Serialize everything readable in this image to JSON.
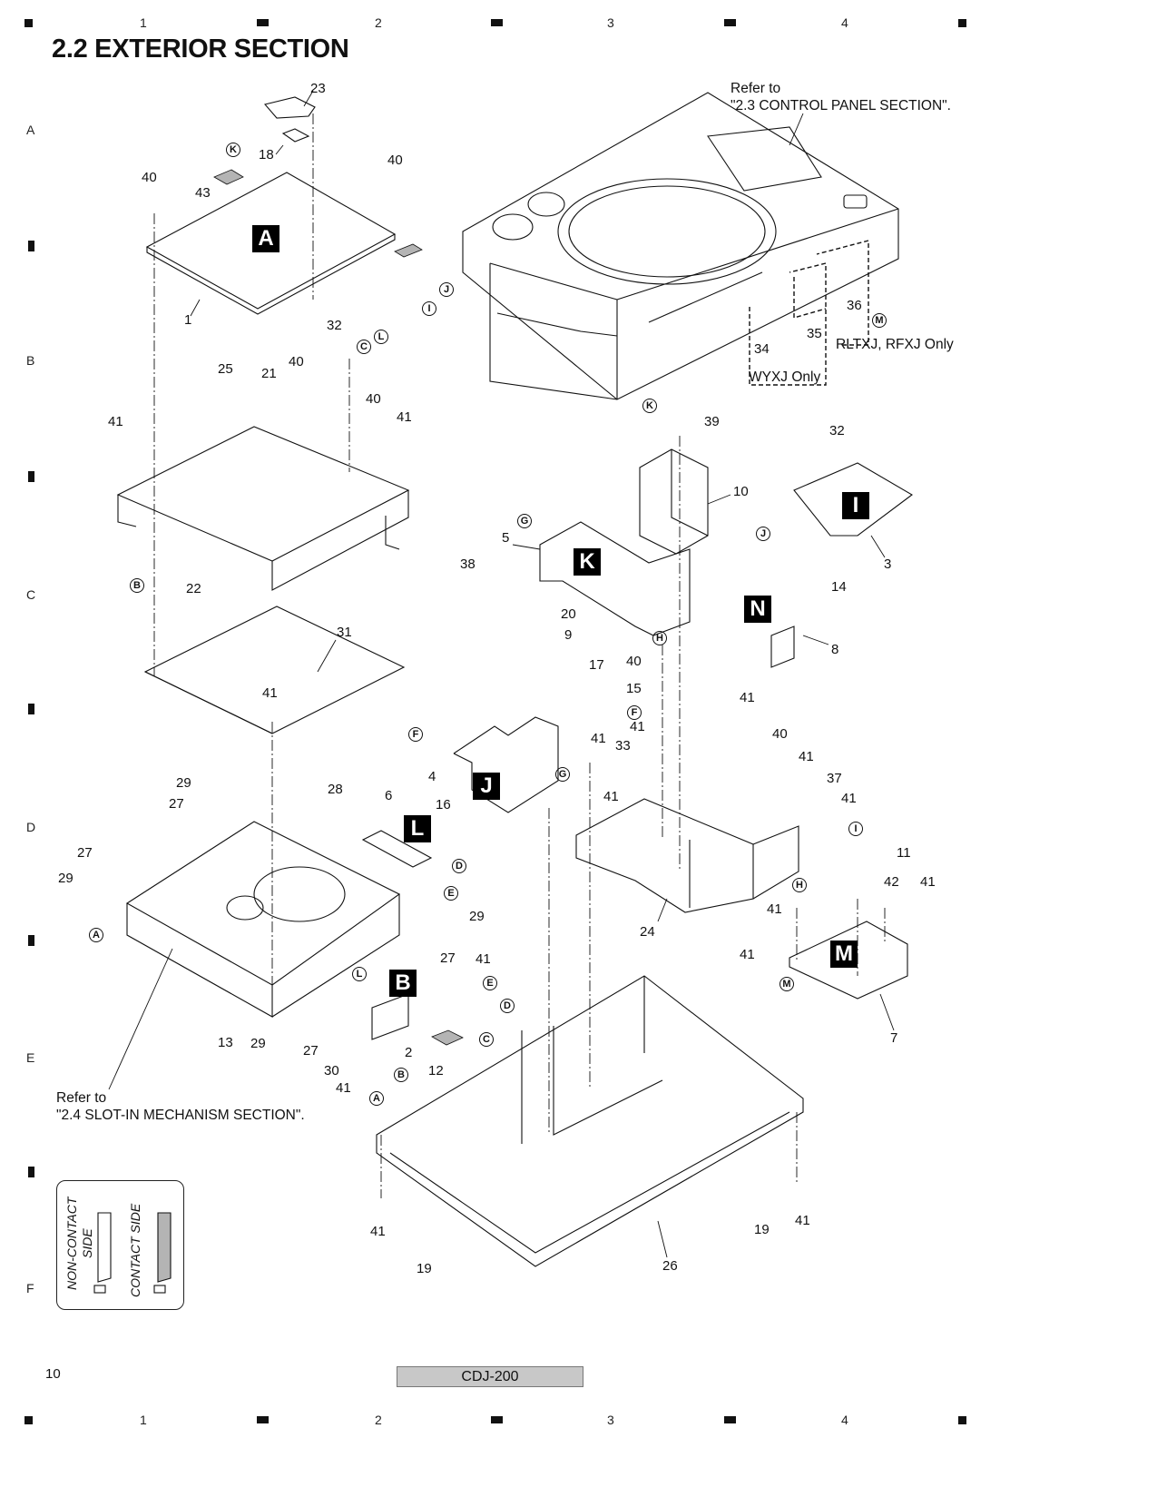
{
  "page": {
    "section_title": "2.2  EXTERIOR SECTION",
    "page_number": "10",
    "model": "CDJ-200"
  },
  "grid": {
    "columns": [
      "1",
      "2",
      "3",
      "4"
    ],
    "rows": [
      "A",
      "B",
      "C",
      "D",
      "E",
      "F"
    ]
  },
  "notes": {
    "control_panel_ref": "Refer to\n\"2.3 CONTROL PANEL SECTION\".",
    "slot_in_ref": "Refer to\n\"2.4 SLOT-IN MECHANISM SECTION\".",
    "wyxj_only": "WYXJ Only",
    "rltxj_rfxj_only": "RLTXJ, RFXJ Only"
  },
  "legend": {
    "non_contact_side": "NON-CONTACT\nSIDE",
    "non_contact_line1": "NON-CONTACT",
    "non_contact_line2": "SIDE",
    "contact_side": "CONTACT SIDE",
    "contact_fill_color": "#b4b4b4"
  },
  "board_tags": [
    "A",
    "I",
    "K",
    "N",
    "J",
    "L",
    "B",
    "M"
  ],
  "connector_refs": [
    "K",
    "J",
    "I",
    "L",
    "C",
    "B",
    "G",
    "H",
    "F",
    "D",
    "E",
    "A",
    "M"
  ],
  "callouts": [
    "23",
    "18",
    "40",
    "43",
    "40",
    "1",
    "25",
    "40",
    "32",
    "21",
    "40",
    "41",
    "41",
    "22",
    "31",
    "41",
    "39",
    "10",
    "5",
    "32",
    "3",
    "14",
    "8",
    "38",
    "20",
    "9",
    "17",
    "40",
    "15",
    "41",
    "41",
    "41",
    "33",
    "41",
    "40",
    "41",
    "37",
    "41",
    "4",
    "29",
    "27",
    "28",
    "6",
    "16",
    "27",
    "29",
    "29",
    "27",
    "41",
    "2",
    "12",
    "13",
    "29",
    "27",
    "30",
    "41",
    "24",
    "11",
    "42",
    "41",
    "41",
    "41",
    "7",
    "41",
    "19",
    "41",
    "19",
    "26",
    "34",
    "35",
    "36"
  ]
}
